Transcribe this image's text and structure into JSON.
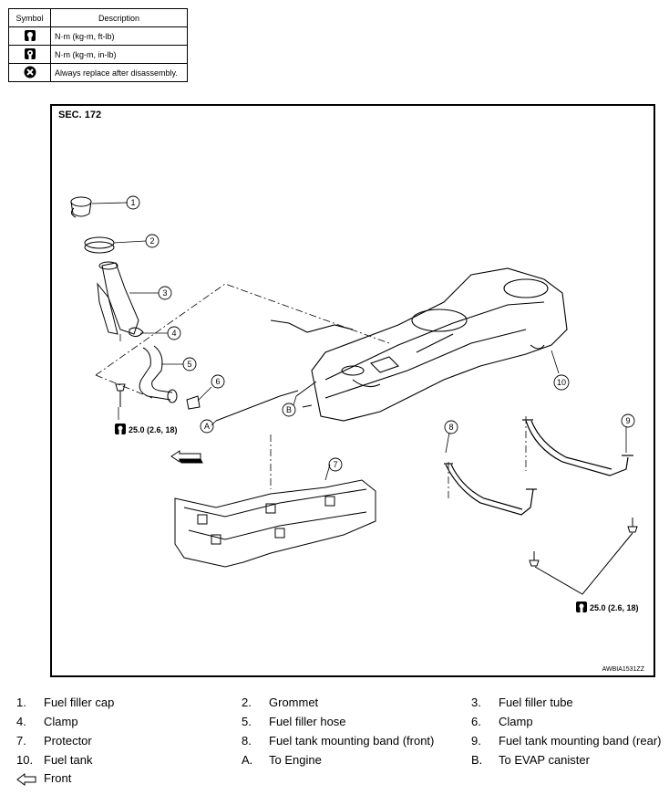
{
  "symbol_table": {
    "headers": [
      "Symbol",
      "Description"
    ],
    "rows": [
      {
        "icon": "torque-wrench-icon",
        "description": "N·m (kg-m, ft-lb)"
      },
      {
        "icon": "torque-wrench-inlb-icon",
        "description": "N·m (kg-m, in-lb)"
      },
      {
        "icon": "always-replace-icon",
        "description": "Always replace after disassembly."
      }
    ]
  },
  "figure": {
    "section": "SEC. 172",
    "code": "AWBIA1531ZZ",
    "callouts": [
      "1",
      "2",
      "3",
      "4",
      "5",
      "6",
      "7",
      "8",
      "9",
      "10"
    ],
    "letters": [
      "A",
      "B"
    ],
    "torque_left": "25.0 (2.6, 18)",
    "torque_right": "25.0 (2.6, 18)"
  },
  "legend": [
    {
      "num": "1.",
      "text": "Fuel filler cap"
    },
    {
      "num": "2.",
      "text": "Grommet"
    },
    {
      "num": "3.",
      "text": "Fuel filler tube"
    },
    {
      "num": "4.",
      "text": "Clamp"
    },
    {
      "num": "5.",
      "text": "Fuel filler hose"
    },
    {
      "num": "6.",
      "text": "Clamp"
    },
    {
      "num": "7.",
      "text": "Protector"
    },
    {
      "num": "8.",
      "text": "Fuel tank mounting band (front)"
    },
    {
      "num": "9.",
      "text": "Fuel tank mounting band (rear)"
    },
    {
      "num": "10.",
      "text": "Fuel tank"
    },
    {
      "num": "A.",
      "text": "To Engine"
    },
    {
      "num": "B.",
      "text": "To EVAP canister"
    }
  ],
  "front_note": {
    "icon": "front-arrow-icon",
    "text": "Front"
  }
}
